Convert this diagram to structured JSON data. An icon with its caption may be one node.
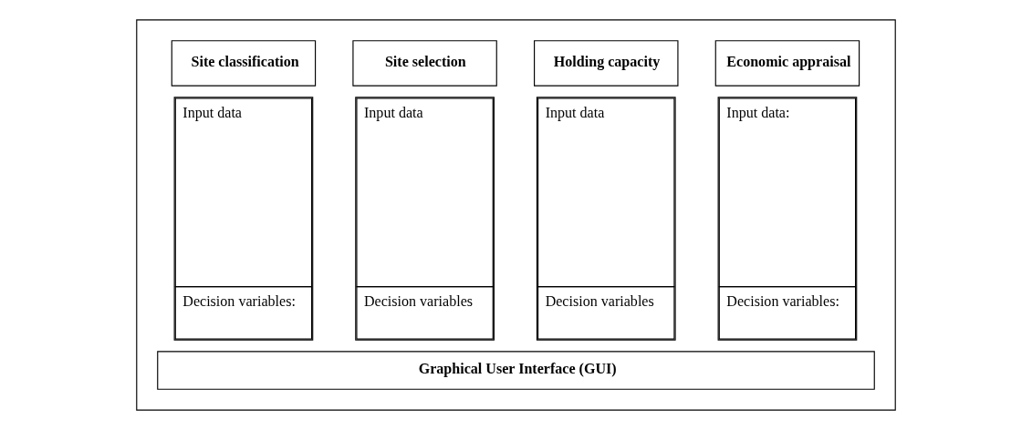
{
  "diagram": {
    "nodes": [
      {
        "text": [],
        "shape": "box"
      },
      {
        "text": [
          "Site classification"
        ],
        "in": 0
      },
      {
        "text": [
          "Site selection"
        ],
        "in": 0
      },
      {
        "text": [
          "Holding capacity"
        ],
        "in": 0
      },
      {
        "text": [
          "Economic appraisal"
        ],
        "in": 0
      },
      {
        "text": [
          "Input data",
          "Decision variables:"
        ],
        "in": 0
      },
      {
        "text": [
          "Input data",
          "Decision variables"
        ],
        "in": 0
      },
      {
        "text": [
          "Input data",
          "Decision variables"
        ],
        "in": 0
      },
      {
        "text": [
          "Input data:",
          "Decision variables:"
        ],
        "in": 0
      },
      {
        "text": [
          "Graphical User Interface (GUI)"
        ],
        "in": 0
      }
    ]
  }
}
